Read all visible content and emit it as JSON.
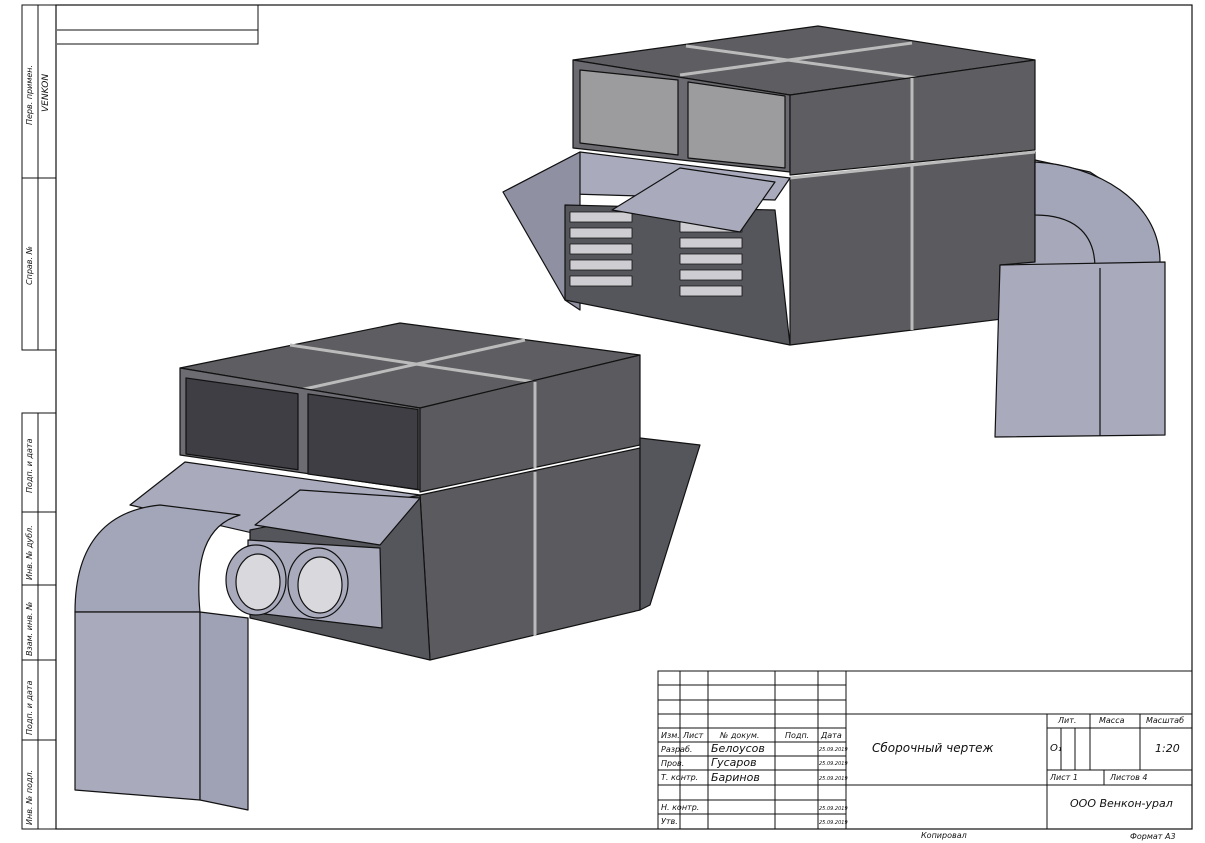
{
  "side_stamp": {
    "perv_primen": "Перв. примен.",
    "perv_primen_value": "VENKON",
    "sprav_no": "Справ. №",
    "podp_data_1": "Подп. и дата",
    "inv_dubl": "Инв. № дубл.",
    "vzam_inv": "Взам. инв. №",
    "podp_data_2": "Подп. и дата",
    "inv_podl": "Инв. № подл."
  },
  "title_block": {
    "headers": {
      "izm": "Изм.",
      "list": "Лист",
      "doc_no": "№ докум.",
      "podp": "Подп.",
      "data": "Дата"
    },
    "rows": [
      {
        "role": "Разраб.",
        "name": "Белоусов",
        "date": "25.09.2019"
      },
      {
        "role": "Пров.",
        "name": "Гусаров",
        "date": "25.09.2019"
      },
      {
        "role": "Т. контр.",
        "name": "Баринов",
        "date": "25.09.2019"
      },
      {
        "role": "",
        "name": "",
        "date": ""
      },
      {
        "role": "Н. контр.",
        "name": "",
        "date": "25.09.2019"
      },
      {
        "role": "Утв.",
        "name": "",
        "date": "25.09.2019"
      }
    ],
    "doc_title": "Сборочный чертеж",
    "lit_label": "Лит.",
    "massa_label": "Масса",
    "masshtab_label": "Масштаб",
    "lit_value": "О₁",
    "scale": "1:20",
    "sheet": "Лист 1",
    "sheets": "Листов 4",
    "company": "ООО Венкон-урал"
  },
  "footer": {
    "copied": "Копировал",
    "format": "Формат А3"
  },
  "colors": {
    "panel_dark": "#5a5a5f",
    "panel_light": "#9a9a9c",
    "duct": "#a9abbd",
    "outline": "#111111"
  }
}
